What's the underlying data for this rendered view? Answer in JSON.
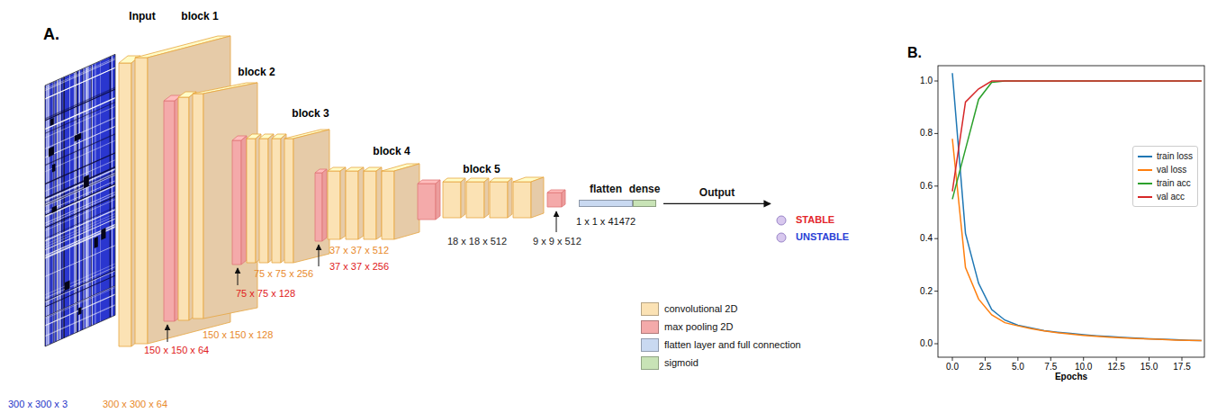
{
  "diagram": {
    "nodes": [
      {
        "text": [
          "flatten",
          "1 x 1 x 41472"
        ]
      },
      {
        "text": [
          "dense"
        ]
      },
      {
        "text": [
          "STABLE",
          "UNSTABLE"
        ]
      }
    ],
    "edges": [
      {
        "from": 1,
        "to": 2,
        "label": "Output",
        "arrow": "to"
      }
    ],
    "labels": [
      "A.",
      "Input",
      "block 1",
      "block 2",
      "block 3",
      "block 4",
      "block 5",
      "300 x 300 x 3",
      "300 x 300 x 64",
      "150 x 150 x 64",
      "150 x 150 x 128",
      "75 x 75 x 128",
      "75 x 75 x 256",
      "37 x 37 x 512",
      "37 x 37 x 256",
      "18 x 18 x 512",
      "9 x 9 x 512",
      "B.",
      "0.0",
      "0.2",
      "0.4",
      "0.6",
      "0.8",
      "1.0",
      "0.0",
      "2.5",
      "5.0",
      "7.5",
      "10.0",
      "12.5",
      "15.0",
      "17.5",
      "Epochs"
    ],
    "legend": [
      {
        "text": "convolutional 2D",
        "color": "#fbe2b4"
      },
      {
        "text": "max pooling 2D",
        "color": "#f4aaaa"
      },
      {
        "text": "flatten layer and full connection",
        "color": "#c9d9f1"
      },
      {
        "text": "sigmoid",
        "color": "#c8e3b6"
      },
      {
        "text": "train loss",
        "color": "#1f77b4"
      },
      {
        "text": "val loss",
        "color": "#ff7f0e"
      },
      {
        "text": "train acc",
        "color": "#2ca02c"
      },
      {
        "text": "val acc",
        "color": "#d62728"
      }
    ]
  }
}
